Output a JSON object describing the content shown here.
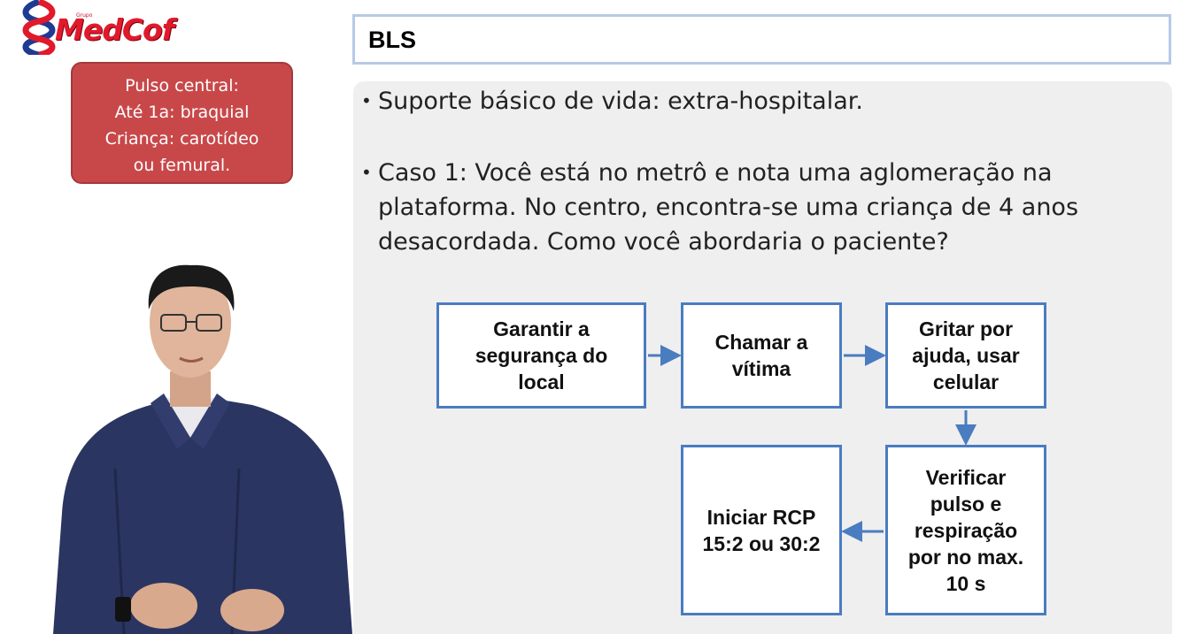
{
  "logo": {
    "group_text": "Grupo",
    "brand": "MedCof"
  },
  "note": {
    "lines": [
      "Pulso central:",
      "Até 1a: braquial",
      "Criança: carotídeo",
      "ou femural."
    ]
  },
  "slide": {
    "title": "BLS",
    "bullets": [
      "Suporte básico de vida: extra-hospitalar.",
      "Caso 1: Você está no metrô e nota uma aglomeração na plataforma. No centro, encontra-se uma criança de 4 anos desacordada. Como você abordaria o paciente?"
    ],
    "bullet_symbol": "•"
  },
  "flow": {
    "steps": [
      "Garantir a\nsegurança do\nlocal",
      "Chamar a\nvítima",
      "Gritar por\najuda, usar\ncelular",
      "Verificar\npulso e\nrespiração\npor no max.\n10 s",
      "Iniciar RCP\n15:2 ou 30:2"
    ]
  },
  "colors": {
    "note_bg": "#c8484a",
    "flow_border": "#4a7cc0",
    "title_border": "#b8c9e6",
    "brand_red": "#e01a2b",
    "brand_blue": "#1f3a93"
  }
}
